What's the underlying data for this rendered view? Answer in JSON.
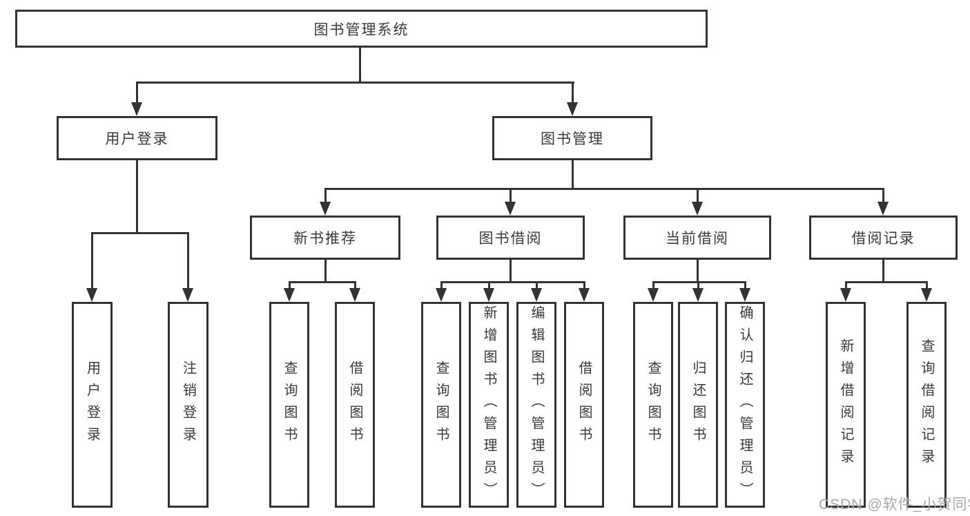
{
  "diagram": {
    "root": "图书管理系统",
    "branches": [
      {
        "label": "用户登录",
        "leaves": [
          "用户登录",
          "注销登录"
        ]
      },
      {
        "label": "图书管理",
        "groups": [
          {
            "label": "新书推荐",
            "leaves": [
              "查询图书",
              "借阅图书"
            ]
          },
          {
            "label": "图书借阅",
            "leaves": [
              "查询图书",
              "新增图书（管理员）",
              "编辑图书（管理员）",
              "借阅图书"
            ]
          },
          {
            "label": "当前借阅",
            "leaves": [
              "查询图书",
              "归还图书",
              "确认归还（管理员）"
            ]
          },
          {
            "label": "借阅记录",
            "leaves": [
              "新增借阅记录",
              "查询借阅记录"
            ]
          }
        ]
      }
    ]
  },
  "watermark": {
    "text": "CSDN @软件_小贺同学"
  },
  "colors": {
    "line": "#333333",
    "text": "#3a3a3a",
    "watermark": "#a9a9a9",
    "background": "#ffffff"
  }
}
